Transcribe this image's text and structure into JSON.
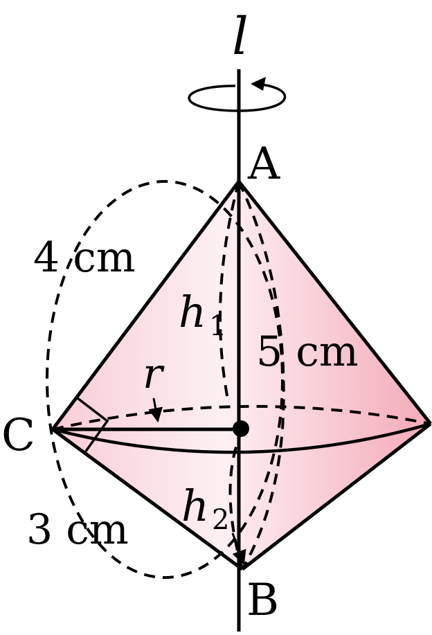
{
  "diagram": {
    "axis_label": "l",
    "points": {
      "A": "A",
      "B": "B",
      "C": "C"
    },
    "edge_labels": {
      "AC": "4 cm",
      "AB": "5 cm",
      "BC": "3 cm"
    },
    "symbols": {
      "radius": "r",
      "h1_base": "h",
      "h1_sub": "1",
      "h2_base": "h",
      "h2_sub": "2"
    },
    "colors": {
      "fill_light": "#fdf0f3",
      "fill_mid": "#f8cdd6",
      "fill_dark": "#f3a9b7",
      "stroke": "#000000"
    }
  }
}
